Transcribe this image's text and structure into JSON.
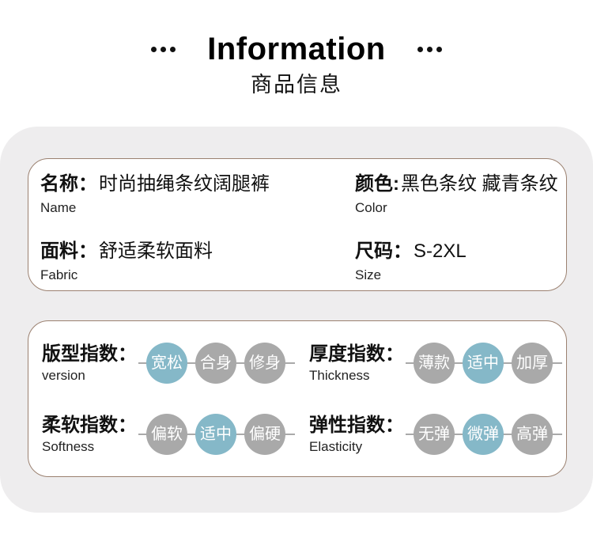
{
  "header": {
    "title": "Information",
    "subtitle": "商品信息"
  },
  "info_card": {
    "rows": [
      {
        "label": "名称：",
        "value": "时尚抽绳条纹阔腿裤",
        "sub": "Name"
      },
      {
        "label": "颜色:",
        "value": "黑色条纹 藏青条纹",
        "sub": "Color"
      },
      {
        "label": "面料：",
        "value": "舒适柔软面料",
        "sub": "Fabric"
      },
      {
        "label": "尺码：",
        "value": "S-2XL",
        "sub": "Size"
      }
    ]
  },
  "index_card": {
    "rows": [
      {
        "label": "版型指数：",
        "sub": "version",
        "options": [
          {
            "text": "宽松",
            "selected": true
          },
          {
            "text": "合身",
            "selected": false
          },
          {
            "text": "修身",
            "selected": false
          }
        ]
      },
      {
        "label": "厚度指数：",
        "sub": "Thickness",
        "options": [
          {
            "text": "薄款",
            "selected": false
          },
          {
            "text": "适中",
            "selected": true
          },
          {
            "text": "加厚",
            "selected": false
          }
        ]
      },
      {
        "label": "柔软指数：",
        "sub": "Softness",
        "options": [
          {
            "text": "偏软",
            "selected": false
          },
          {
            "text": "适中",
            "selected": true
          },
          {
            "text": "偏硬",
            "selected": false
          }
        ]
      },
      {
        "label": "弹性指数：",
        "sub": "Elasticity",
        "options": [
          {
            "text": "无弹",
            "selected": false
          },
          {
            "text": "微弹",
            "selected": true
          },
          {
            "text": "高弹",
            "selected": false
          }
        ]
      }
    ]
  },
  "colors": {
    "accent_blue": "#85b8c8",
    "circle_gray": "#a9a9a9",
    "card_border": "#9b8170",
    "panel_bg": "#eeedee"
  }
}
